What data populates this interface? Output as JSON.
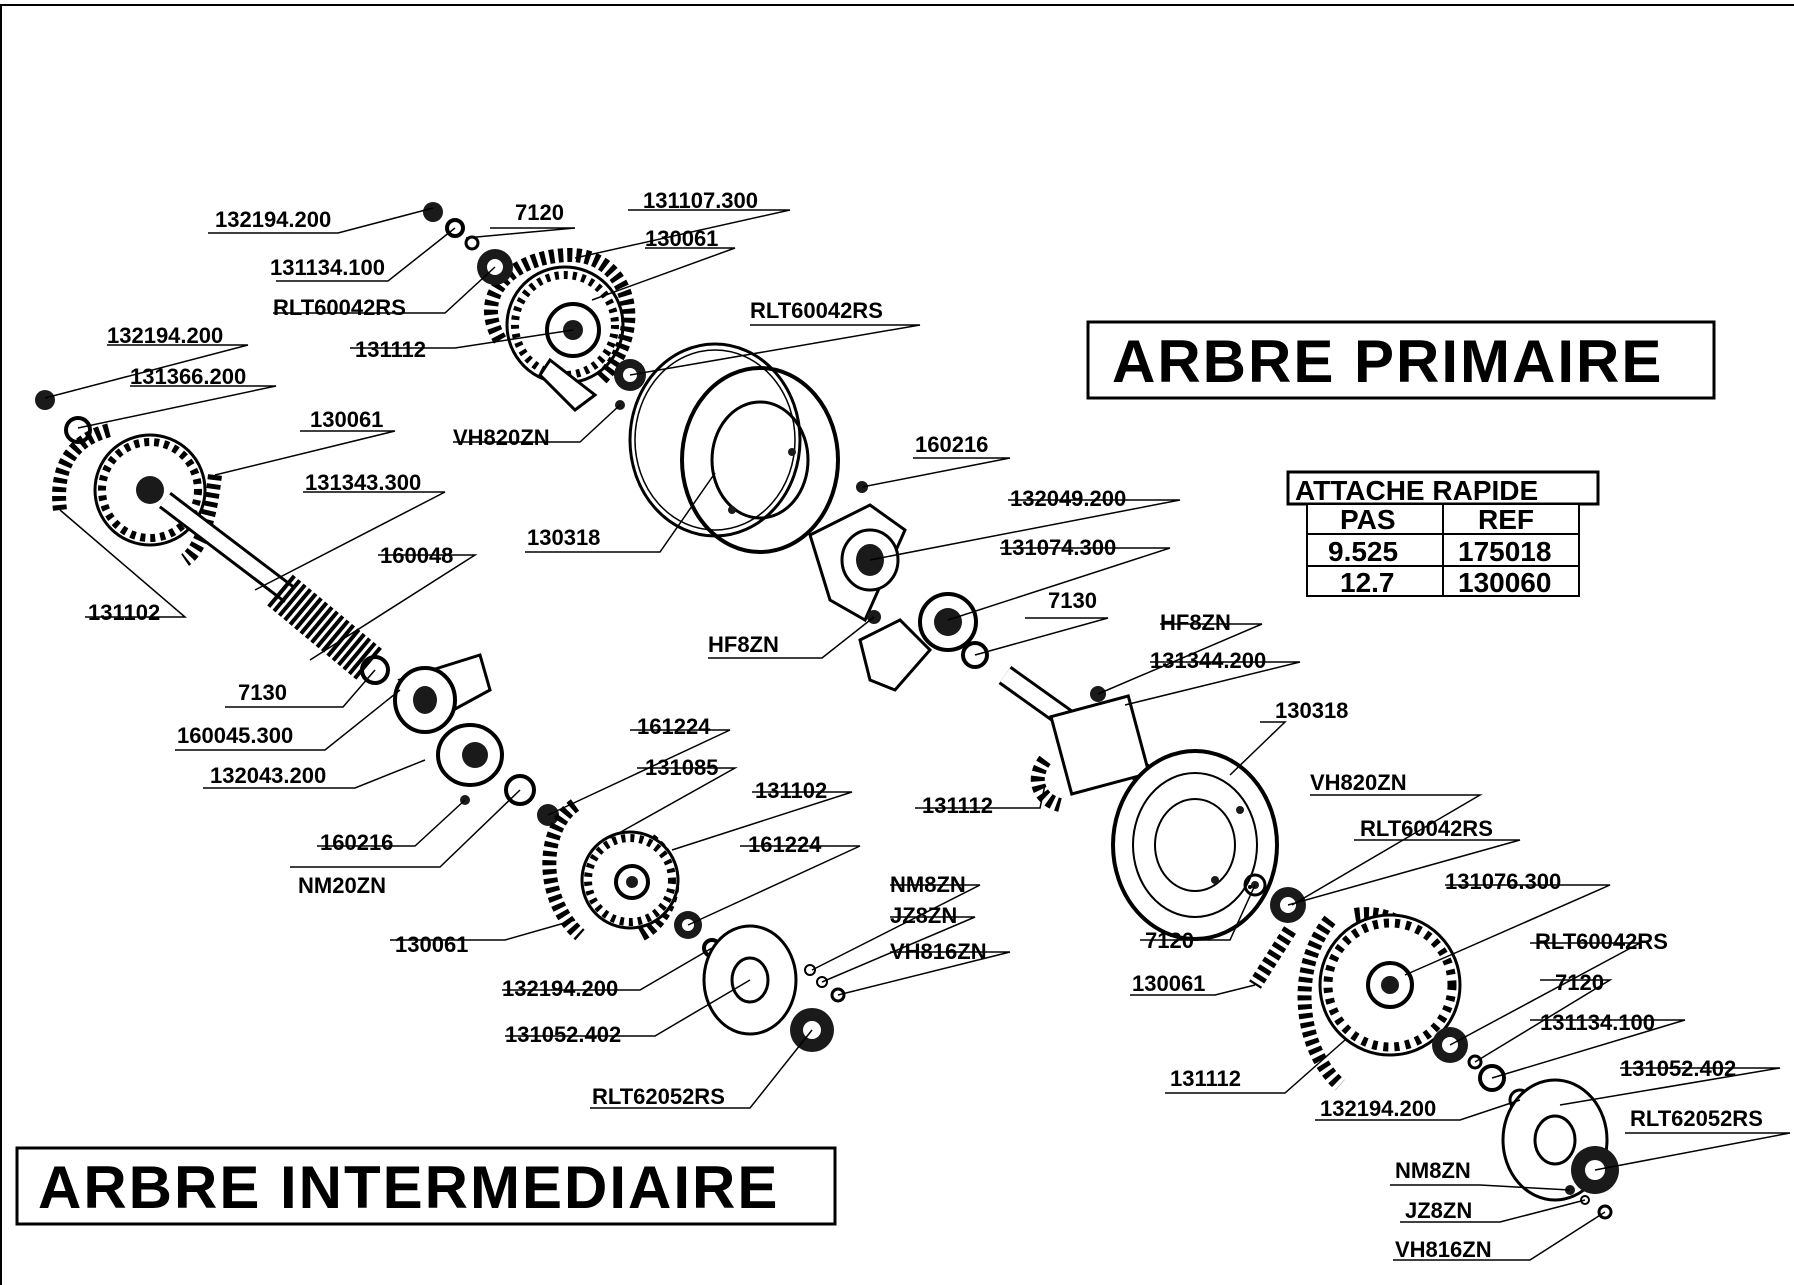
{
  "titles": {
    "primary": "ARBRE  PRIMAIRE",
    "intermediate": "ARBRE  INTERMEDIAIRE"
  },
  "table": {
    "title": "ATTACHE  RAPIDE",
    "headers": [
      "PAS",
      "REF"
    ],
    "rows": [
      [
        "9.525",
        "175018"
      ],
      [
        "12.7",
        "130060"
      ]
    ]
  },
  "labels": [
    "132194.200",
    "7120",
    "131107.300",
    "130061",
    "131134.100",
    "RLT60042RS",
    "131112",
    "RLT60042RS",
    "132194.200",
    "131366.200",
    "130061",
    "VH820ZN",
    "131343.300",
    "160216",
    "130318",
    "132049.200",
    "131102",
    "160048",
    "131074.300",
    "7130",
    "HF8ZN",
    "HF8ZN",
    "131344.200",
    "7130",
    "160045.300",
    "130318",
    "132043.200",
    "161224",
    "131085",
    "131102",
    "131112",
    "VH820ZN",
    "160216",
    "161224",
    "RLT60042RS",
    "NM20ZN",
    "NM8ZN",
    "131076.300",
    "JZ8ZN",
    "130061",
    "VH816ZN",
    "7120",
    "RLT60042RS",
    "7120",
    "132194.200",
    "130061",
    "131134.100",
    "131052.402",
    "131112",
    "131052.402",
    "RLT62052RS",
    "132194.200",
    "RLT62052RS",
    "NM8ZN",
    "JZ8ZN",
    "VH816ZN"
  ]
}
